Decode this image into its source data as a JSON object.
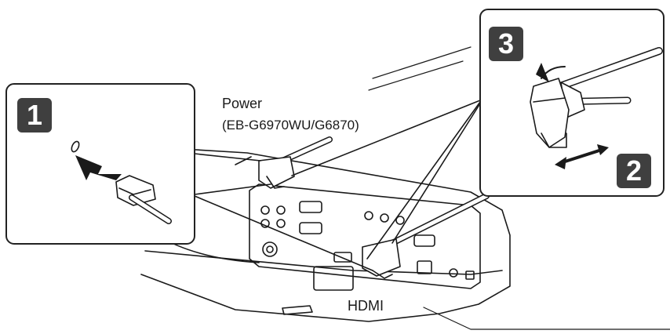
{
  "labels": {
    "power": "Power",
    "power_models": "(EB-G6970WU/G6870)",
    "hdmi": "HDMI"
  },
  "steps": {
    "step1": "1",
    "step2": "2",
    "step3": "3"
  },
  "colors": {
    "badge_fill": "#3f3f3f",
    "line": "#1a1a1a",
    "panel_border": "#222222",
    "background": "#ffffff"
  }
}
